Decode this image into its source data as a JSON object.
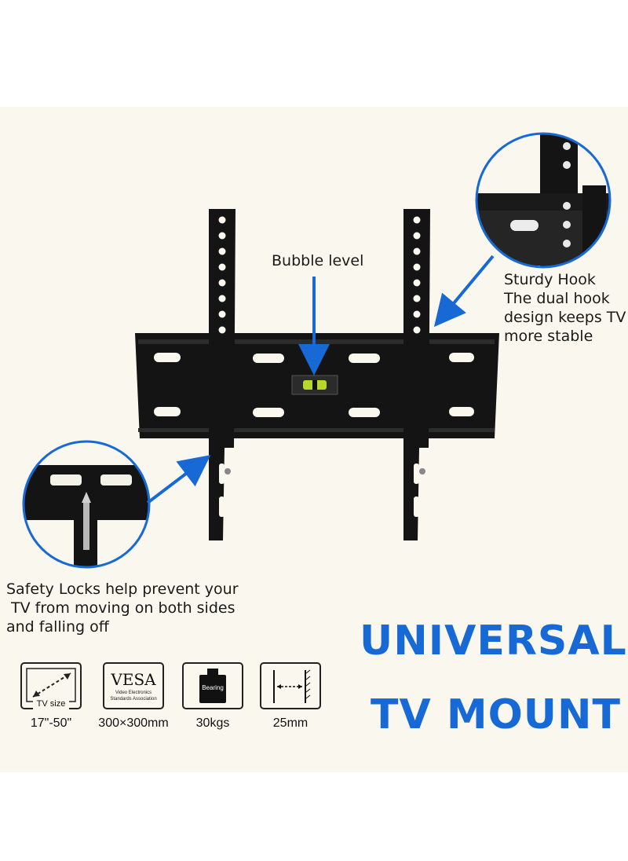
{
  "callouts": {
    "bubble_level": "Bubble level",
    "sturdy_hook_title": "Sturdy Hook",
    "sturdy_hook_line1": "The dual hook",
    "sturdy_hook_line2": "design keeps TV",
    "sturdy_hook_line3": "more stable",
    "safety_line1": "Safety Locks help prevent your",
    "safety_line2": " TV from moving on both sides",
    "safety_line3": "and falling off"
  },
  "title": {
    "line1": "UNIVERSAL",
    "line2": "TV MOUNT"
  },
  "specs": {
    "tv_size_tag": "TV size",
    "tv_size_value": "17\"-50\"",
    "vesa_logo": "VESA",
    "vesa_sub1": "Video Electronics",
    "vesa_sub2": "Standards Association",
    "vesa_value": "300×300mm",
    "bearing_tag": "Bearing",
    "bearing_value": "30kgs",
    "depth_value": "25mm"
  },
  "colors": {
    "accent_blue": "#1769d6",
    "panel_bg": "#f9f7ee",
    "metal": "#141414"
  },
  "icons": [
    "diagonal-size-icon",
    "vesa-logo-icon",
    "weight-icon",
    "wall-distance-icon"
  ]
}
